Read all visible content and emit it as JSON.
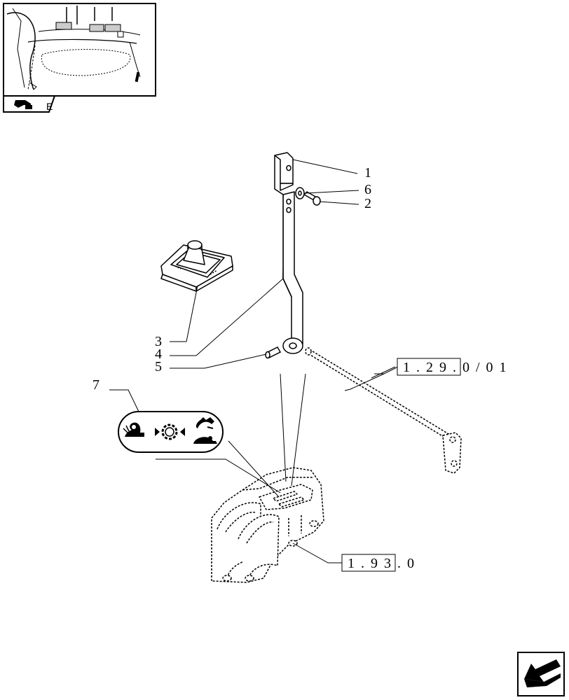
{
  "callouts": {
    "c1": "1",
    "c2": "2",
    "c3": "3",
    "c4": "4",
    "c5": "5",
    "c6": "6",
    "c7": "7"
  },
  "references": {
    "ref_top": "1.29.0/01",
    "ref_bottom": "1.93.0"
  },
  "thumbnail_tab_letter": "E",
  "icons": {
    "thumbnail": "tractor-cab-thumbnail",
    "thumbnail_tab": "book-tab-icon",
    "nav": "previous-page-arrow-icon",
    "decal_snail": "slow-snail-icon",
    "decal_gear": "gear-shift-icon",
    "decal_hare": "fast-hare-icon",
    "decal_turtle": "slow-turtle-icon"
  }
}
